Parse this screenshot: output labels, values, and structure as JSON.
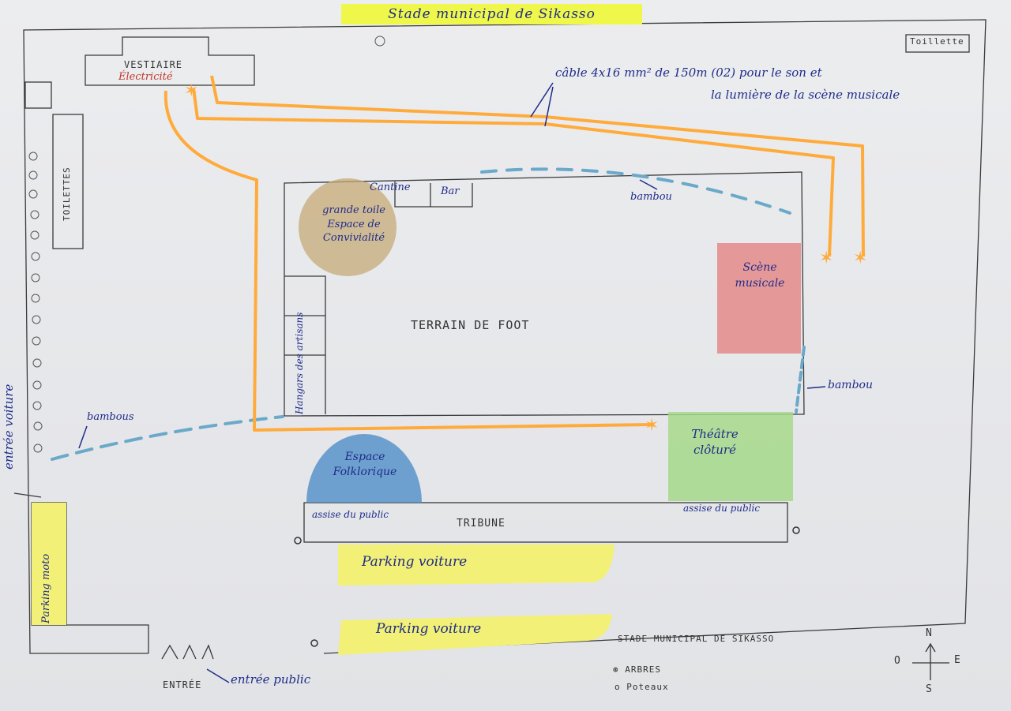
{
  "title": "Stade municipal de Sikasso",
  "colors": {
    "paper": "#e8e9eb",
    "ink": "#1f2c8a",
    "pencil": "#333333",
    "cable": "#ffab3c",
    "bamboo": "#6aa9c9",
    "highlight": "#eef74a",
    "parking": "#f2f076",
    "tent": "#c6a977",
    "stage": "#e48a8a",
    "theatre": "#a6d88a",
    "folk": "#4f8fc7",
    "red_text": "#c0362c"
  },
  "labels": {
    "vestiaire": "VESTIAIRE",
    "electricite": "Électricité",
    "toilettes_top": "Toillette",
    "toilettes_left": "TOILETTES",
    "cable_note_1": "câble 4x16 mm² de 150m (02) pour le son et",
    "cable_note_2": "la lumière de la scène musicale",
    "cantine": "Cantine",
    "bar": "Bar",
    "bambou_top": "bambou",
    "grande_toile": "grande toile Espace de Convivialité",
    "hangars": "Hangars des artisans",
    "terrain": "TERRAIN DE FOOT",
    "scene": "Scène musicale",
    "bambou_right": "bambou",
    "bambous_left": "bambous",
    "entree_voiture": "entrée voiture",
    "espace_folklorique": "Espace Folklorique",
    "theatre": "Théâtre clôturé",
    "assise_left": "assise du public",
    "assise_right": "assise du public",
    "tribune": "TRIBUNE",
    "parking_voiture_1": "Parking voiture",
    "parking_voiture_2": "Parking voiture",
    "parking_moto": "Parking moto",
    "entree": "ENTRÉE",
    "entree_public": "entrée public"
  },
  "legend": {
    "title": "STADE MUNICIPAL DE SIKASSO",
    "items": [
      {
        "symbol": "⊛",
        "label": "ARBRES"
      },
      {
        "symbol": "o",
        "label": "Poteaux"
      }
    ]
  },
  "compass": {
    "north": "N",
    "south": "S",
    "east": "E",
    "west": "O"
  }
}
